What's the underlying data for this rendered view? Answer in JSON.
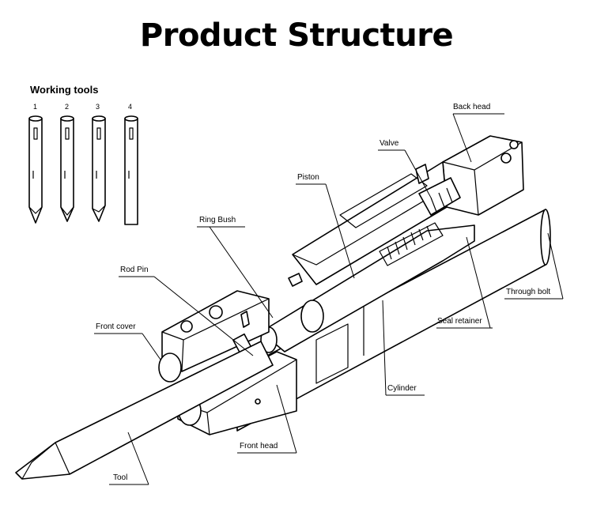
{
  "title": "Product Structure",
  "working_tools": {
    "title": "Working tools",
    "numbers": [
      "1",
      "2",
      "3",
      "4"
    ]
  },
  "labels": {
    "back_head": "Back head",
    "valve": "Valve",
    "piston": "Piston",
    "ring_bush": "Ring Bush",
    "rod_pin": "Rod Pin",
    "front_cover": "Front cover",
    "through_bolt": "Through bolt",
    "seal_retainer": "Seal retainer",
    "cylinder": "Cylinder",
    "front_head": "Front head",
    "tool": "Tool"
  }
}
